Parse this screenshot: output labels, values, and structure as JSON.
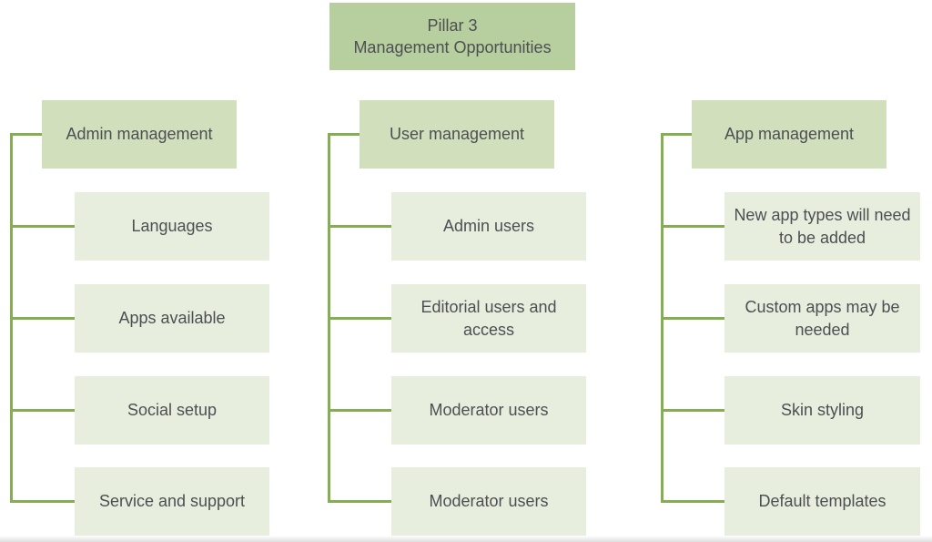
{
  "title": {
    "label": "Pillar 3\nManagement Opportunities"
  },
  "columns": [
    {
      "header": "Admin management",
      "items": [
        "Languages",
        "Apps available",
        "Social setup",
        "Service and support"
      ]
    },
    {
      "header": "User management",
      "items": [
        "Admin users",
        "Editorial users and\naccess",
        "Moderator users",
        "Moderator users"
      ]
    },
    {
      "header": "App management",
      "items": [
        "New app types will need\nto be added",
        "Custom apps may be\nneeded",
        "Skin styling",
        "Default templates"
      ]
    }
  ],
  "colors": {
    "root_bg": "#b7cf9f",
    "header_bg": "#d2dfbc",
    "item_bg": "#e7eedd",
    "connector": "#85ae52",
    "text": "#4d4f53"
  }
}
